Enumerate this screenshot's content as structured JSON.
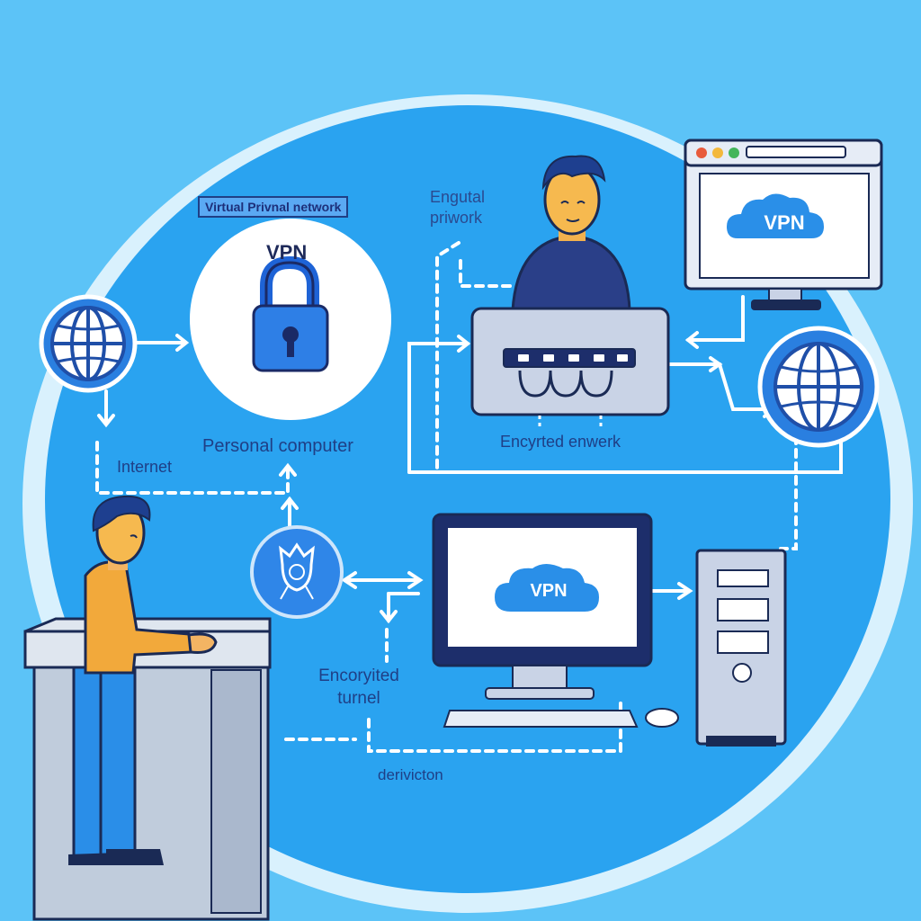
{
  "labels": {
    "vpn_header": "Virtual Privnal network",
    "vpn_title": "VPN",
    "encrypted_private": "Engutal priwork",
    "personal_computer": "Personal computer",
    "internet": "Internet",
    "encrypted_network": "Encyrted enwerk",
    "encrypted_tunnel": "Encoryited turnel",
    "direction": "derivicton",
    "monitor_top_vpn": "VPN",
    "monitor_main_vpn": "VPN"
  },
  "colors": {
    "background": "#5cc3f7",
    "big_circle": "#2aa3f0",
    "accent": "#1f5fd0",
    "ink": "#1f3f86"
  },
  "icons": [
    "globe-icon",
    "lock-icon",
    "user-icon",
    "router-icon",
    "monitor-icon",
    "server-icon",
    "mouse-icon",
    "keyboard-icon"
  ]
}
